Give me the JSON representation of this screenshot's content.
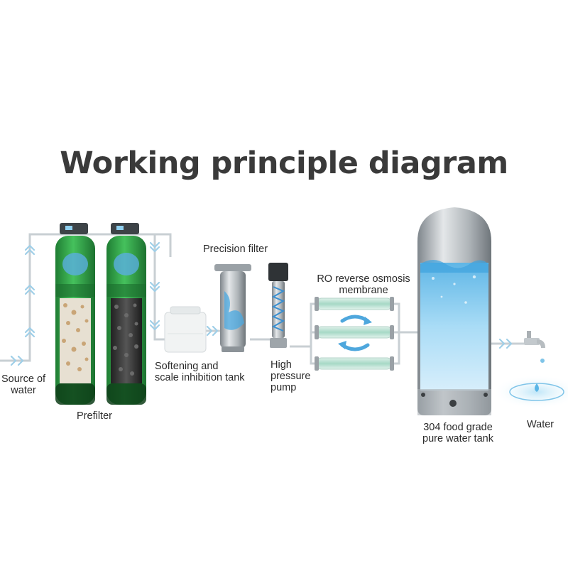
{
  "title": "Working principle diagram",
  "labels": {
    "source": [
      "Source of",
      "water"
    ],
    "prefilter": "Prefilter",
    "softening": [
      "Softening and",
      "scale inhibition tank"
    ],
    "precision": "Precision filter",
    "pump": [
      "High",
      "pressure",
      "pump"
    ],
    "ro": [
      "RO reverse osmosis",
      "membrane"
    ],
    "tank": [
      "304 food grade",
      "pure water tank"
    ],
    "water": "Water"
  },
  "colors": {
    "pipe": "#cfd6da",
    "flow_arrow": "#9fcfe8",
    "green_tank": "#2f9e44",
    "water": "#8fd0f0",
    "steel": "#b9bfc4"
  }
}
